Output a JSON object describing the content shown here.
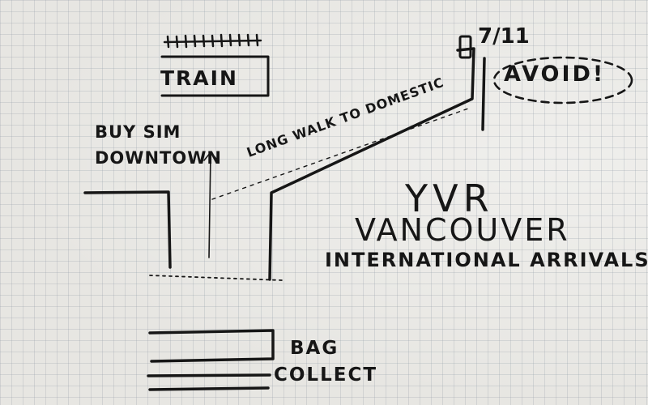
{
  "labels": {
    "train": "TRAIN",
    "buy_sim_line1": "BUY SIM",
    "buy_sim_line2": "DOWNTOWN",
    "store": "7/11",
    "avoid": "AVOID!",
    "long_walk": "LONG WALK TO DOMESTIC",
    "airport_code": "YVR",
    "city": "VANCOUVER",
    "area": "INTERNATIONAL ARRIVALS",
    "bag": "BAG",
    "collect": "COLLECT"
  },
  "colors": {
    "ink": "#161616",
    "paper": "#e7e6e2",
    "grid": "#a4abb3"
  }
}
